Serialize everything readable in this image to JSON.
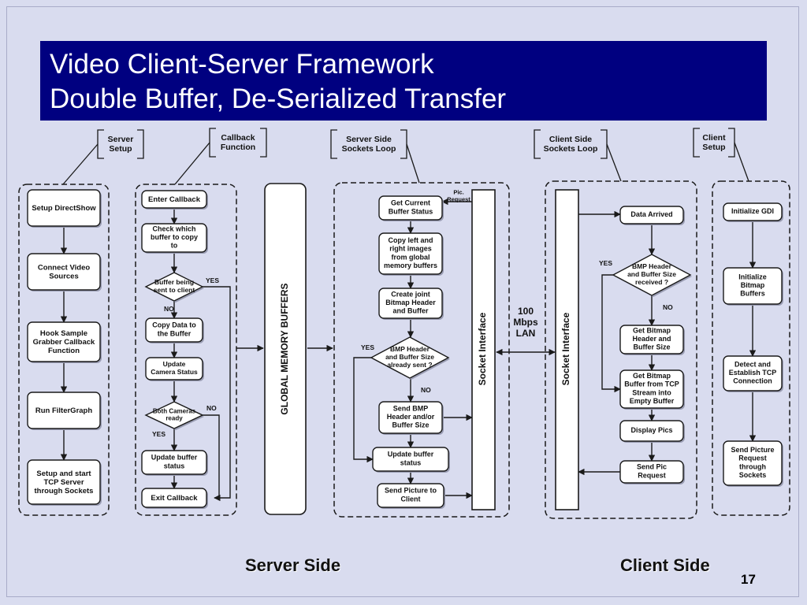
{
  "slide": {
    "title_line1": "Video Client-Server Framework",
    "title_line2": "Double Buffer, De-Serialized Transfer",
    "page_number": "17"
  },
  "footer": {
    "server_side": "Server Side",
    "client_side": "Client Side"
  },
  "callouts": {
    "server_setup": [
      "Server",
      "Setup"
    ],
    "callback_function": [
      "Callback",
      "Function"
    ],
    "server_sockets_loop": [
      "Server Side",
      "Sockets Loop"
    ],
    "client_sockets_loop": [
      "Client Side",
      "Sockets Loop"
    ],
    "client_setup": [
      "Client",
      "Setup"
    ]
  },
  "server_setup_steps": [
    [
      "Setup DirectShow"
    ],
    [
      "Connect Video",
      "Sources"
    ],
    [
      "Hook Sample",
      "Grabber Callback",
      "Function"
    ],
    [
      "Run FilterGraph"
    ],
    [
      "Setup and start",
      "TCP Server",
      "through Sockets"
    ]
  ],
  "callback": {
    "enter": [
      "Enter Callback"
    ],
    "check": [
      "Check which",
      "buffer to copy",
      "to"
    ],
    "decision_busy": [
      "Buffer being",
      "sent to client"
    ],
    "copy": [
      "Copy Data to",
      "the Buffer"
    ],
    "update_cam": [
      "Update",
      "Camera Status"
    ],
    "decision_ready": [
      "Both Cameras",
      "ready"
    ],
    "update_buf": [
      "Update buffer",
      "status"
    ],
    "exit": [
      "Exit Callback"
    ]
  },
  "global_memory": "GLOBAL MEMORY BUFFERS",
  "server_loop": {
    "get_status": [
      "Get Current",
      "Buffer Status"
    ],
    "copy_images": [
      "Copy left and",
      "right images",
      "from global",
      "memory buffers"
    ],
    "create_joint": [
      "Create joint",
      "Bitmap Header",
      "and Buffer"
    ],
    "decision_bmp": [
      "BMP Header",
      "and Buffer Size",
      "already sent ?"
    ],
    "send_bmp": [
      "Send BMP",
      "Header and/or",
      "Buffer Size"
    ],
    "update_buf": [
      "Update buffer",
      "status"
    ],
    "send_pic": [
      "Send Picture to",
      "Client"
    ]
  },
  "pic_request": [
    "Pic.",
    "Request"
  ],
  "socket_interface": "Socket Interface",
  "lan_label": [
    "100",
    "Mbps",
    "LAN"
  ],
  "client_loop": {
    "data_arrived": [
      "Data Arrived"
    ],
    "decision_bmp": [
      "BMP Header",
      "and Buffer Size",
      "received ?"
    ],
    "get_header": [
      "Get Bitmap",
      "Header and",
      "Buffer Size"
    ],
    "get_bitmap": [
      "Get Bitmap",
      "Buffer from TCP",
      "Stream into",
      "Empty Buffer"
    ],
    "display": [
      "Display Pics"
    ],
    "send_req": [
      "Send Pic",
      "Request"
    ]
  },
  "client_setup_steps": [
    [
      "Initialize GDI"
    ],
    [
      "Initialize",
      "Bitmap",
      "Buffers"
    ],
    [
      "Detect and",
      "Establish TCP",
      "Connection"
    ],
    [
      "Send Picture",
      "Request",
      "through",
      "Sockets"
    ]
  ],
  "labels": {
    "yes": "YES",
    "no": "NO"
  },
  "colors": {
    "title_bg": "#000080",
    "slide_bg": "#d9dcef",
    "box_fill": "#ffffff",
    "stroke": "#1a1a1a"
  }
}
